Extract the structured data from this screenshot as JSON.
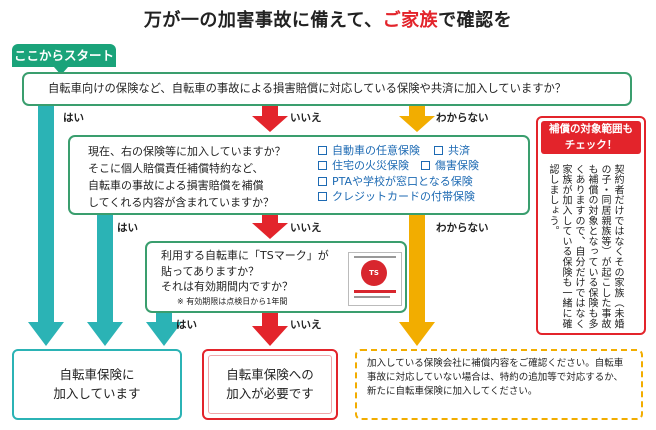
{
  "title": {
    "prefix": "万が一の加害事故に備えて、",
    "highlight": "ご家族",
    "suffix": "で確認を"
  },
  "start_label": "ここからスタート",
  "q1": "自転車向けの保険など、自転車の事故による損害賠償に対応している保険や共済に加入していますか？",
  "labels": {
    "yes": "はい",
    "no": "いいえ",
    "unknown": "わからない"
  },
  "q2": {
    "lines": [
      "現在、右の保険等に加入していますか？",
      "そこに個人賠償責任補償特約など、",
      "自転車の事故による損害賠償を補償",
      "してくれる内容が含まれていますか？"
    ],
    "checks": [
      "自動車の任意保険",
      "共済",
      "住宅の火災保険",
      "傷害保険",
      "PTAや学校が窓口となる保険",
      "クレジットカードの付帯保険"
    ]
  },
  "q3": {
    "lines": [
      "利用する自転車に「TSマーク」が",
      "貼ってありますか？",
      "それは有効期間内ですか？"
    ],
    "note": "※ 有効期限は点検日から1年間",
    "mark": "TS"
  },
  "outcomes": {
    "insured": [
      "自転車保険に",
      "加入しています"
    ],
    "need": [
      "自転車保険への",
      "加入が必要です"
    ],
    "check": "加入している保険会社に補償内容をご確認ください。自転車事故に対応していない場合は、特約の追加等で対応するか、新たに自転車保険に加入してください。"
  },
  "side": {
    "head": [
      "補償の対象範囲も",
      "チェック！"
    ],
    "body": "契約者だけではなくその家族（未婚の子・同居親族等）が起こした事故も補償の対象となっている保険も多くありますので、自分だけではなく家族が加入している保険も一緒に確認しましょう。"
  },
  "colors": {
    "teal": "#2bb3b5",
    "red": "#e3242b",
    "yellow": "#f2ad00",
    "green": "#3a9e6e",
    "blue": "#1d6ab3"
  }
}
